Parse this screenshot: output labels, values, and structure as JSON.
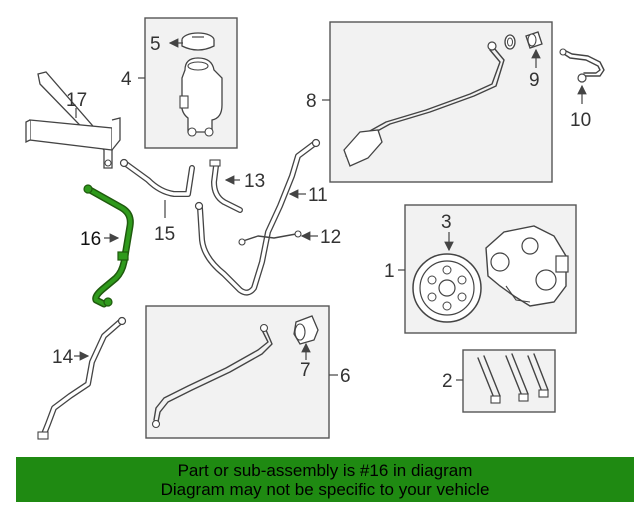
{
  "callouts": {
    "c1": "1",
    "c2": "2",
    "c3": "3",
    "c4": "4",
    "c5": "5",
    "c6": "6",
    "c7": "7",
    "c8": "8",
    "c9": "9",
    "c10": "10",
    "c11": "11",
    "c12": "12",
    "c13": "13",
    "c14": "14",
    "c15": "15",
    "c16": "16",
    "c17": "17"
  },
  "highlight": {
    "part": "16",
    "color": "#1f8a12"
  },
  "banner": {
    "line1": "Part or sub-assembly is #16 in diagram",
    "line2": "Diagram may not be specific to your vehicle",
    "color": "#1f8a12"
  }
}
